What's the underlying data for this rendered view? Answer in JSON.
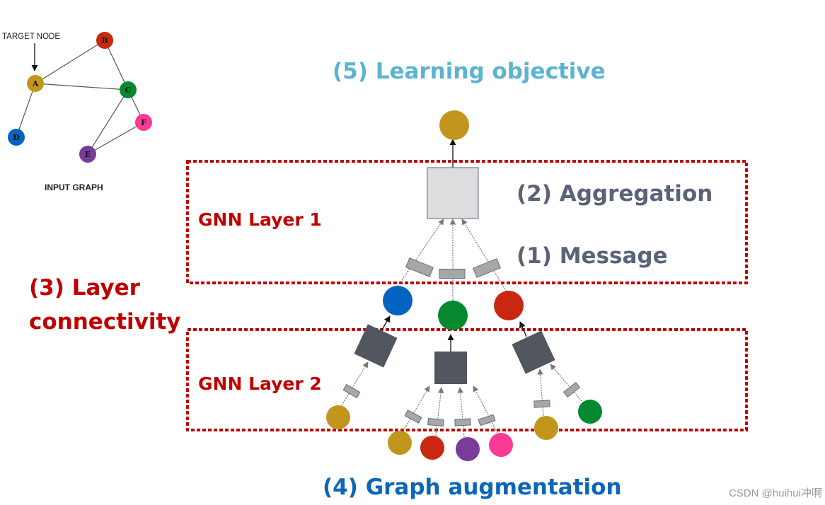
{
  "input_graph": {
    "target_label": "TARGET NODE",
    "caption": "INPUT GRAPH",
    "nodes": [
      {
        "id": "A",
        "color": "#C2961C"
      },
      {
        "id": "B",
        "color": "#C8280F"
      },
      {
        "id": "C",
        "color": "#05882E"
      },
      {
        "id": "D",
        "color": "#0563C1"
      },
      {
        "id": "E",
        "color": "#7A3C9A"
      },
      {
        "id": "F",
        "color": "#FA3A95"
      }
    ],
    "edges": [
      [
        "A",
        "B"
      ],
      [
        "A",
        "C"
      ],
      [
        "A",
        "D"
      ],
      [
        "B",
        "C"
      ],
      [
        "C",
        "E"
      ],
      [
        "C",
        "F"
      ],
      [
        "E",
        "F"
      ]
    ],
    "target_node": "A"
  },
  "labels": {
    "learning_objective": "(5) Learning objective",
    "aggregation": "(2) Aggregation",
    "message": "(1) Message",
    "layer_connectivity_line1": "(3) Layer",
    "layer_connectivity_line2": "connectivity",
    "graph_augmentation": "(4) Graph augmentation",
    "gnn_layer_1": "GNN Layer 1",
    "gnn_layer_2": "GNN Layer 2"
  },
  "colors": {
    "learning_objective": "#5BB4D0",
    "aggregation_message": "#5A6378",
    "layer_red": "#C00000",
    "graph_augmentation": "#0B66B8",
    "aggregator_light": "#DCDDDF",
    "aggregator_dark": "#52565E",
    "message_box": "#A5A7A8"
  },
  "computation_tree": {
    "root": "A",
    "layer1_children": [
      "D",
      "C",
      "B"
    ],
    "layer2_children": {
      "D": [
        "A"
      ],
      "C": [
        "A",
        "B",
        "E",
        "F"
      ],
      "B": [
        "A",
        "C"
      ]
    }
  },
  "watermark": "CSDN @huihui冲啊"
}
